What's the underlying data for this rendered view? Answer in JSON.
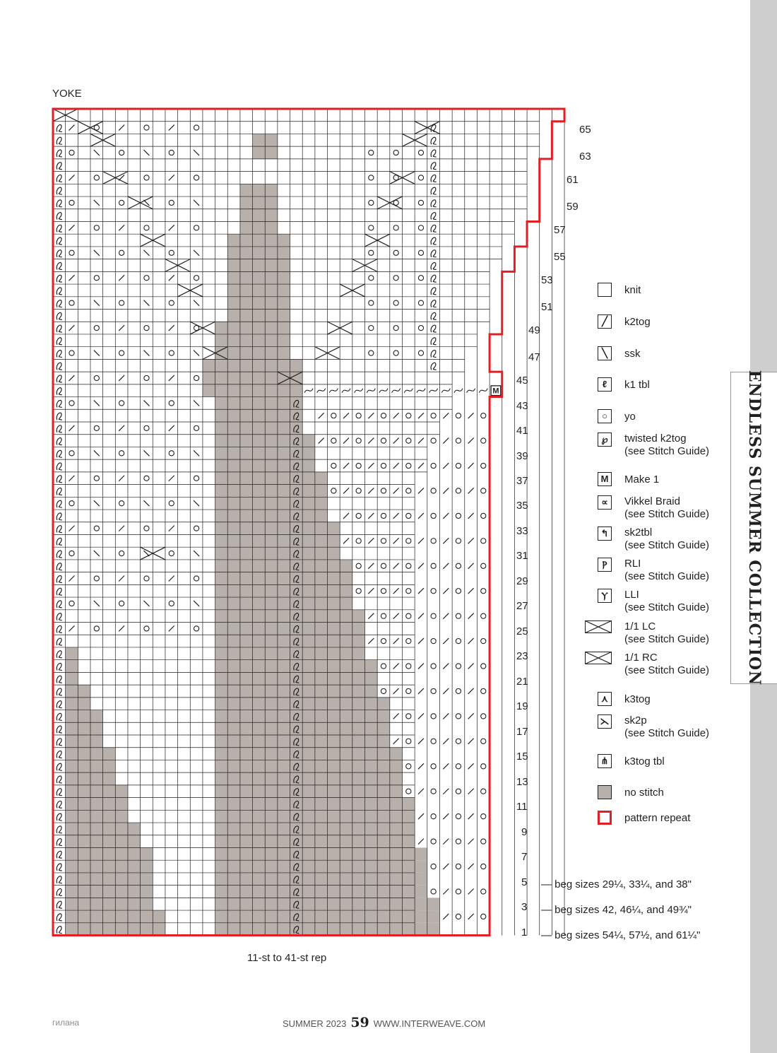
{
  "chart": {
    "title": "YOKE",
    "repeat_label": "11-st to 41-st rep",
    "row_numbers": [
      "65",
      "63",
      "61",
      "59",
      "57",
      "55",
      "53",
      "51",
      "49",
      "47",
      "45",
      "43",
      "41",
      "39",
      "37",
      "35",
      "33",
      "31",
      "29",
      "27",
      "25",
      "23",
      "21",
      "19",
      "17",
      "15",
      "13",
      "11",
      "9",
      "7",
      "5",
      "3",
      "1"
    ],
    "colors": {
      "grid": "#231f20",
      "no_stitch": "#b7b0ab",
      "repeat": "#e31e24"
    },
    "total_rows": 66,
    "total_columns": 41
  },
  "sizes": [
    {
      "row": "5",
      "text": "beg sizes 29¼, 33¼, and 38\""
    },
    {
      "row": "3",
      "text": "beg sizes 42, 46¼, and 49¾\""
    },
    {
      "row": "1",
      "text": "beg sizes 54¼, 57½, and 61¼\""
    }
  ],
  "legend": [
    {
      "icon": "knit-square-icon",
      "label": "knit"
    },
    {
      "icon": "k2tog-icon",
      "label": "k2tog"
    },
    {
      "icon": "ssk-icon",
      "label": "ssk"
    },
    {
      "icon": "k1-tbl-icon",
      "label": "k1 tbl"
    },
    {
      "icon": "yo-icon",
      "label": "yo"
    },
    {
      "icon": "twisted-k2tog-icon",
      "label": "twisted k2tog",
      "sub": "(see Stitch Guide)"
    },
    {
      "icon": "make-1-icon",
      "label": "Make 1"
    },
    {
      "icon": "vikkel-braid-icon",
      "label": "Vikkel Braid",
      "sub": "(see Stitch Guide)"
    },
    {
      "icon": "sk2tbl-icon",
      "label": "sk2tbl",
      "sub": "(see Stitch Guide)"
    },
    {
      "icon": "rli-icon",
      "label": "RLI",
      "sub": "(see Stitch Guide)"
    },
    {
      "icon": "lli-icon",
      "label": "LLI",
      "sub": "(see Stitch Guide)"
    },
    {
      "icon": "lc-cable-icon",
      "label": "1/1 LC",
      "sub": "(see Stitch Guide)"
    },
    {
      "icon": "rc-cable-icon",
      "label": "1/1 RC",
      "sub": "(see Stitch Guide)"
    },
    {
      "icon": "k3tog-icon",
      "label": "k3tog"
    },
    {
      "icon": "sk2p-icon",
      "label": "sk2p",
      "sub": "(see Stitch Guide)"
    },
    {
      "icon": "k3tog-tbl-icon",
      "label": "k3tog tbl"
    },
    {
      "icon": "no-stitch-icon",
      "label": "no stitch"
    },
    {
      "icon": "pattern-repeat-icon",
      "label": "pattern repeat"
    }
  ],
  "section_tab": "ENDLESS SUMMER COLLECTION",
  "footer": {
    "logo": "гилана",
    "issue": "SUMMER 2023",
    "page": "59",
    "site": "WWW.INTERWEAVE.COM"
  }
}
